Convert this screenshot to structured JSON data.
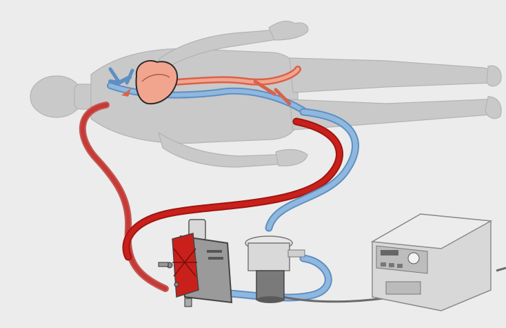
{
  "diagram": {
    "colors": {
      "background": "#ececec",
      "body_silhouette": "#c9c9c9",
      "body_outline": "#b5b5b5",
      "arterial_line": "#c9201c",
      "arterial_line_faded": "#c45a57",
      "venous_line": "#8fb8e0",
      "venous_line_dark": "#5f8fc0",
      "heart": "#f2a58e",
      "device_grey": "#d8d8d8",
      "device_dark": "#6d6d6d",
      "power_cable": "#6a6a6a"
    },
    "components": [
      {
        "id": "patient",
        "icon": "patient-silhouette"
      },
      {
        "id": "heart",
        "icon": "heart-icon"
      },
      {
        "id": "arterial_tubing",
        "icon": "red-tube"
      },
      {
        "id": "venous_tubing",
        "icon": "blue-tube"
      },
      {
        "id": "oxygenator",
        "icon": "membrane-oxygenator"
      },
      {
        "id": "centrifugal_pump",
        "icon": "pump-head"
      },
      {
        "id": "console",
        "icon": "control-console"
      }
    ]
  }
}
